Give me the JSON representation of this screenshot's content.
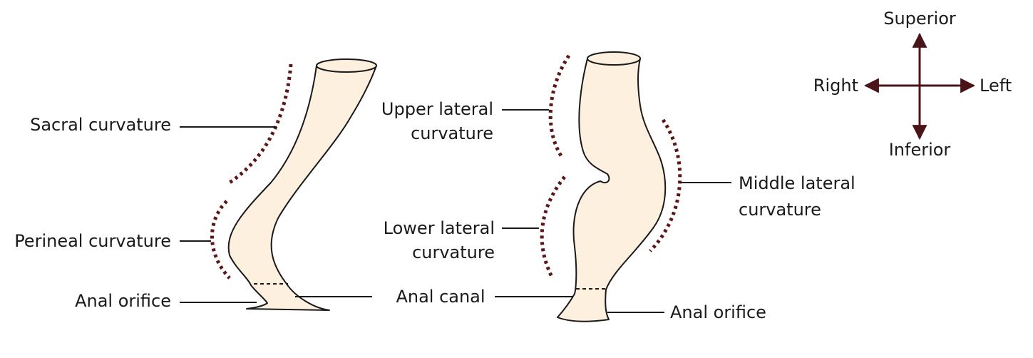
{
  "colors": {
    "tissue_fill": "#fdf0df",
    "outline": "#1a1a1a",
    "curvature_marker": "#5a1618",
    "compass_arrow": "#4a1418"
  },
  "left_view": {
    "labels": {
      "sacral": "Sacral curvature",
      "perineal": "Perineal curvature",
      "anal_orifice": "Anal orifice"
    }
  },
  "center_label": {
    "anal_canal": "Anal canal"
  },
  "right_view": {
    "labels": {
      "upper_lateral_line1": "Upper lateral",
      "upper_lateral_line2": "curvature",
      "lower_lateral_line1": "Lower lateral",
      "lower_lateral_line2": "curvature",
      "middle_lateral_line1": "Middle lateral",
      "middle_lateral_line2": "curvature",
      "anal_orifice": "Anal orifice"
    }
  },
  "compass": {
    "superior": "Superior",
    "inferior": "Inferior",
    "right": "Right",
    "left": "Left"
  }
}
